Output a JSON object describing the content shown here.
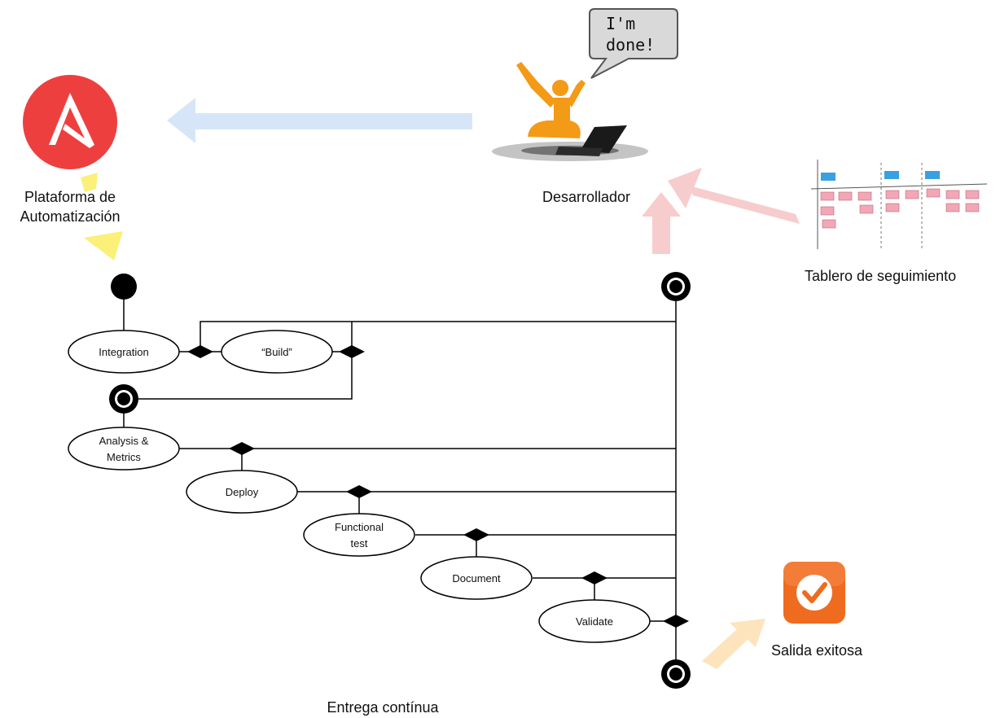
{
  "actors": {
    "automation_label": "Plataforma de Automatización",
    "developer_label": "Desarrollador",
    "developer_speech": [
      "I'm",
      "done!"
    ],
    "tracking_board_label": "Tablero de seguimiento",
    "success_label": "Salida exitosa"
  },
  "pipeline": {
    "title": "Entrega contínua",
    "nodes": {
      "integration": [
        "Integration"
      ],
      "build": [
        "“Build”"
      ],
      "analysis": [
        "Analysis &",
        "Metrics"
      ],
      "deploy": [
        "Deploy"
      ],
      "functional": [
        "Functional",
        "test"
      ],
      "document": [
        "Document"
      ],
      "validate": [
        "Validate"
      ]
    }
  },
  "colors": {
    "automation_logo": "#ee3f3f",
    "arrow_blue": "#d6e6f8",
    "arrow_pink": "#f7cccd",
    "arrow_yellow": "#faf07a",
    "arrow_peach": "#fde4bd",
    "success_icon": "#ef6b1f",
    "developer_figure": "#f39a17"
  },
  "icons": {
    "automation_logo": "ansible-logo-icon",
    "developer": "celebrating-developer-icon",
    "tracking_board": "kanban-board-icon",
    "success": "orange-checkmark-icon"
  }
}
